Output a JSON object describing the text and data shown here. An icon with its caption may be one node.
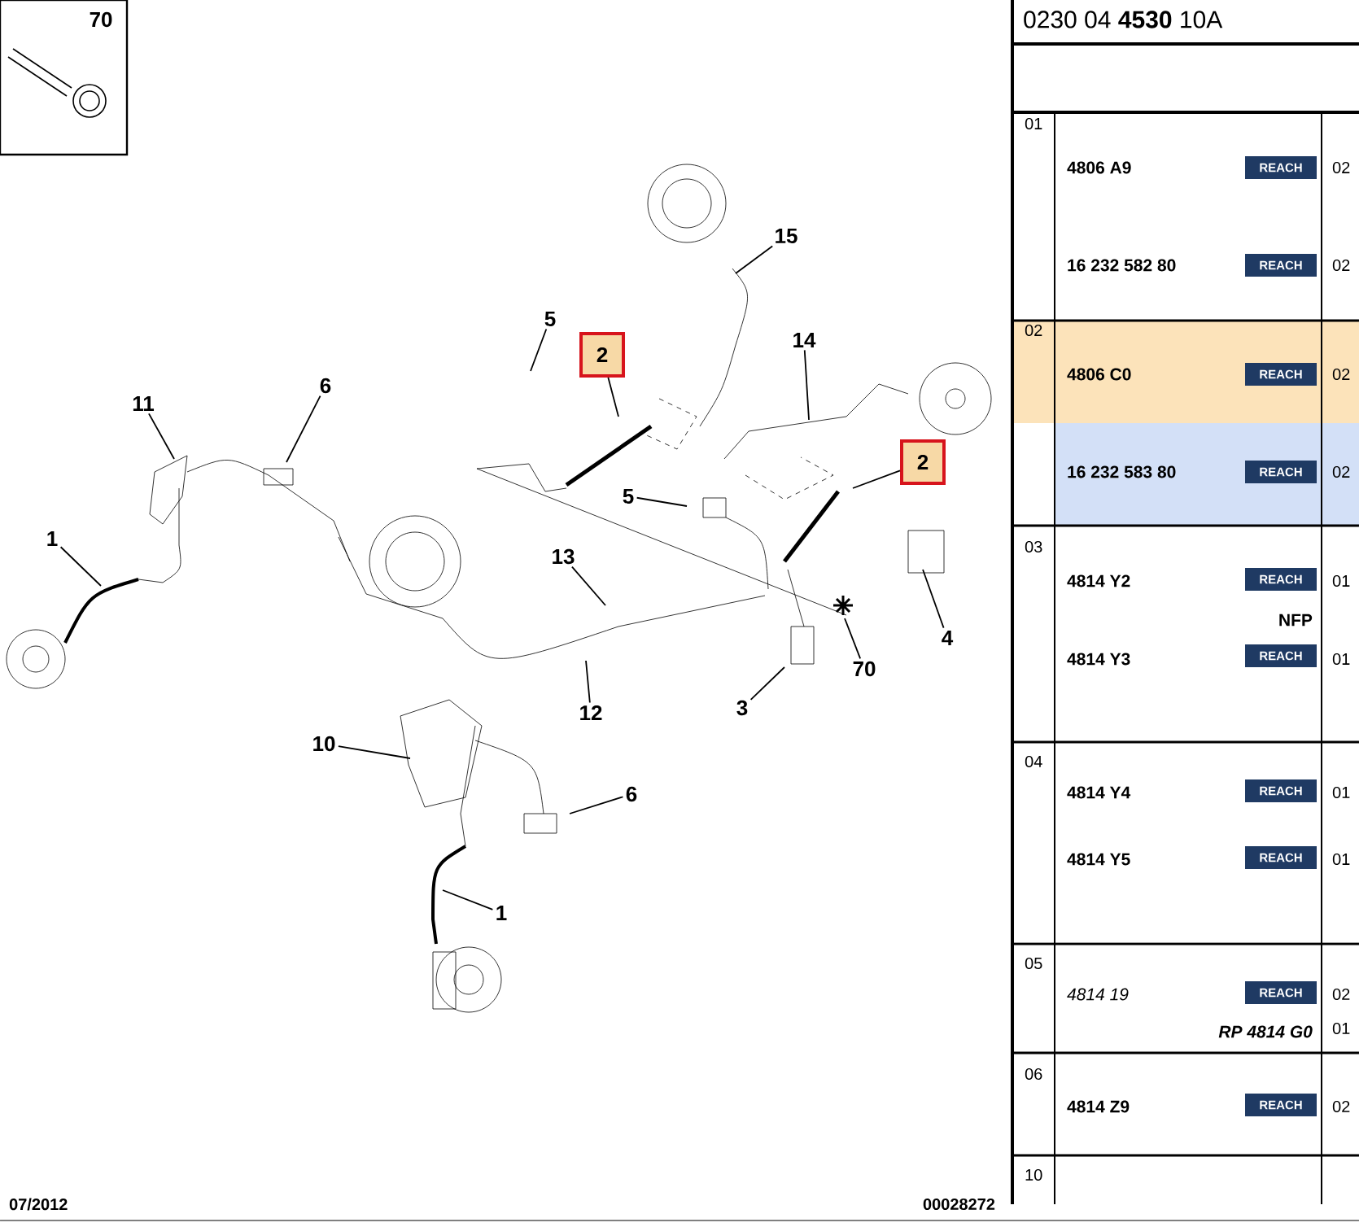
{
  "diagram": {
    "nodes": [
      {
        "text": [
          "70"
        ]
      },
      {
        "text": [
          "15"
        ]
      },
      {
        "text": [
          "5"
        ]
      },
      {
        "text": [
          "2"
        ]
      },
      {
        "text": [
          "14"
        ]
      },
      {
        "text": [
          "6"
        ]
      },
      {
        "text": [
          "11"
        ]
      },
      {
        "text": [
          "2"
        ]
      },
      {
        "text": [
          "5"
        ]
      },
      {
        "text": [
          "1"
        ]
      },
      {
        "text": [
          "13"
        ]
      },
      {
        "text": [
          "4"
        ]
      },
      {
        "text": [
          "70"
        ]
      },
      {
        "text": [
          "12"
        ]
      },
      {
        "text": [
          "3"
        ]
      },
      {
        "text": [
          "10"
        ]
      },
      {
        "text": [
          "6"
        ]
      },
      {
        "text": [
          "1"
        ]
      }
    ],
    "edges": [
      {
        "from": 1,
        "to": null,
        "arrow": "none"
      },
      {
        "from": 2,
        "to": null,
        "arrow": "none"
      },
      {
        "from": 3,
        "to": null,
        "arrow": "none"
      },
      {
        "from": 4,
        "to": null,
        "arrow": "none"
      },
      {
        "from": 5,
        "to": null,
        "arrow": "none"
      },
      {
        "from": 6,
        "to": null,
        "arrow": "none"
      },
      {
        "from": 7,
        "to": null,
        "arrow": "none"
      },
      {
        "from": 8,
        "to": null,
        "arrow": "none"
      },
      {
        "from": 9,
        "to": null,
        "arrow": "none"
      },
      {
        "from": 10,
        "to": null,
        "arrow": "none"
      },
      {
        "from": 11,
        "to": null,
        "arrow": "none"
      },
      {
        "from": 12,
        "to": null,
        "arrow": "none"
      },
      {
        "from": 13,
        "to": null,
        "arrow": "none"
      },
      {
        "from": 14,
        "to": null,
        "arrow": "none"
      },
      {
        "from": 15,
        "to": null,
        "arrow": "none"
      },
      {
        "from": 16,
        "to": null,
        "arrow": "none"
      },
      {
        "from": 17,
        "to": null,
        "arrow": "none"
      }
    ],
    "labels": [
      "0230 04 **4530** 10A",
      "01",
      "4806 A9",
      "REACH",
      "02",
      "16 232 582 80",
      "REACH",
      "02",
      "02",
      "4806 C0",
      "REACH",
      "02",
      "16 232 583 80",
      "REACH",
      "02",
      "03",
      "4814 Y2",
      "REACH",
      "01",
      "NFP",
      "4814 Y3",
      "REACH",
      "01",
      "04",
      "4814 Y4",
      "REACH",
      "01",
      "4814 Y5",
      "REACH",
      "01",
      "05",
      "4814 19",
      "REACH",
      "02",
      "RP 4814 G0",
      "01",
      "06",
      "4814 Z9",
      "REACH",
      "02",
      "10",
      "07/2012",
      "00028272"
    ]
  }
}
